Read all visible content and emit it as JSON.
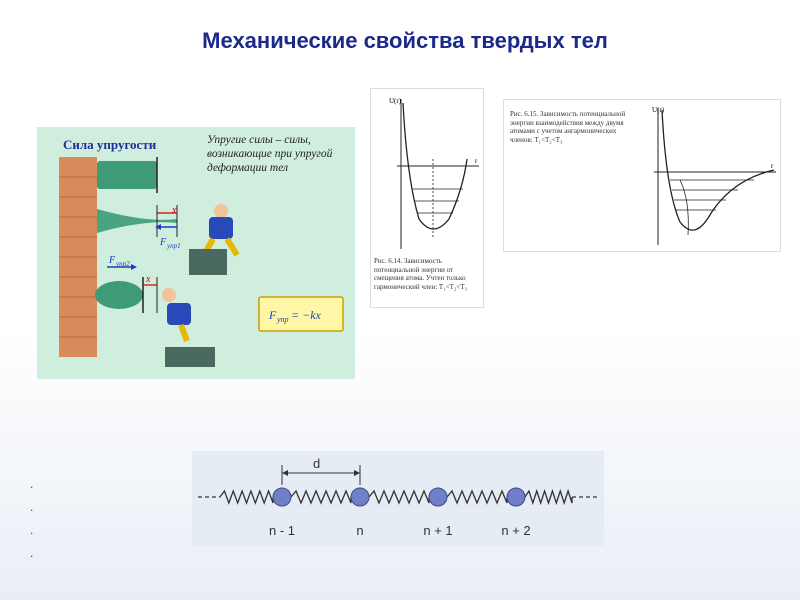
{
  "slide": {
    "title": "Механические свойства  твердых тел"
  },
  "elastic_panel": {
    "heading": "Сила упругости",
    "description": "Упругие силы – силы, возникающие при упругой деформации тел",
    "label_x1": "x",
    "label_x2": "x",
    "label_f1": "F",
    "label_f1_sub": "упр1",
    "label_f2": "F",
    "label_f2_sub": "упр2",
    "formula_lhs": "F",
    "formula_sub": "упр",
    "formula_rhs": " = −kx"
  },
  "figure_614": {
    "caption": "Рис. 6.14. Зависимость потенциальной энергии от смещения атома. Учтен только гармонический член: T₁<T₂<T₃",
    "axis_y": "U(r)",
    "axis_x": "r"
  },
  "figure_615": {
    "caption": "Рис. 6.15. Зависимость потенциальной энергии взаимодействия между двумя атомами с учетом ангармонических членов: T₁<T₂<T₃",
    "axis_y": "U(r)",
    "axis_x": "r"
  },
  "chain_diagram": {
    "spacing_label": "d",
    "atoms": [
      "n - 1",
      "n",
      "n + 1",
      "n + 2"
    ],
    "colors": {
      "atom": "#6f7fc8",
      "spring": "#333333"
    }
  },
  "bullets": [
    ".",
    ".",
    ".",
    "."
  ]
}
